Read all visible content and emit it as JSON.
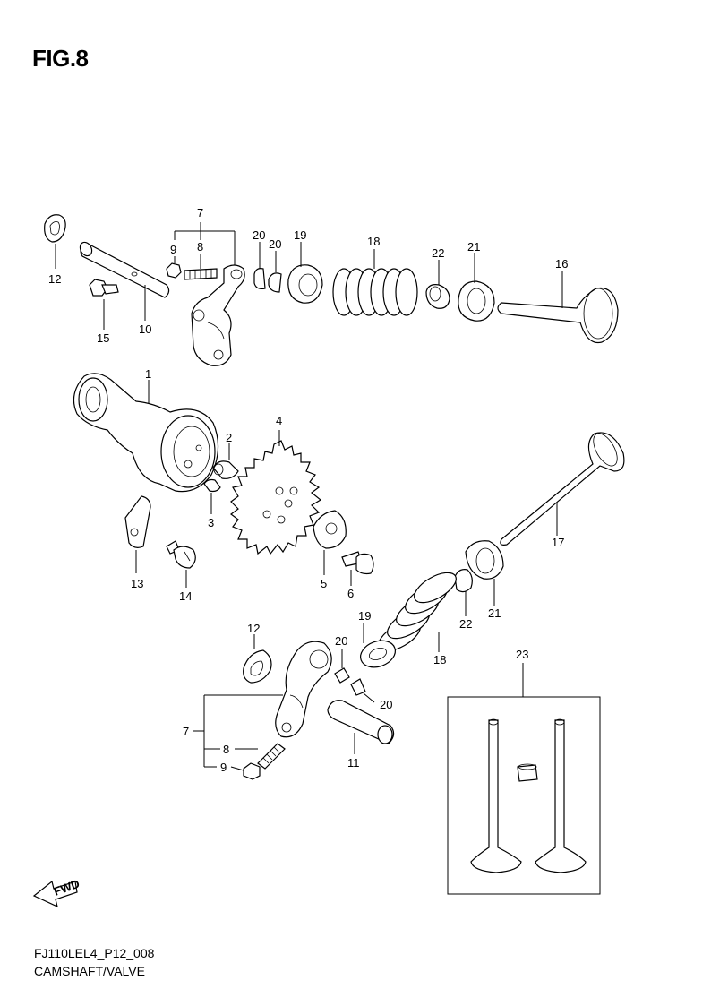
{
  "figure": {
    "title": "FIG.8",
    "code": "FJ110LEL4_P12_008",
    "caption": "CAMSHAFT/VALVE",
    "fwd_label": "FWD"
  },
  "callouts": {
    "n1": "1",
    "n2": "2",
    "n3": "3",
    "n4": "4",
    "n5": "5",
    "n6": "6",
    "n7": "7",
    "n8": "8",
    "n9": "9",
    "n10": "10",
    "n11": "11",
    "n12": "12",
    "n13": "13",
    "n14": "14",
    "n15": "15",
    "n16": "16",
    "n17": "17",
    "n18": "18",
    "n19": "19",
    "n20": "20",
    "n21": "21",
    "n22": "22",
    "n23": "23"
  }
}
